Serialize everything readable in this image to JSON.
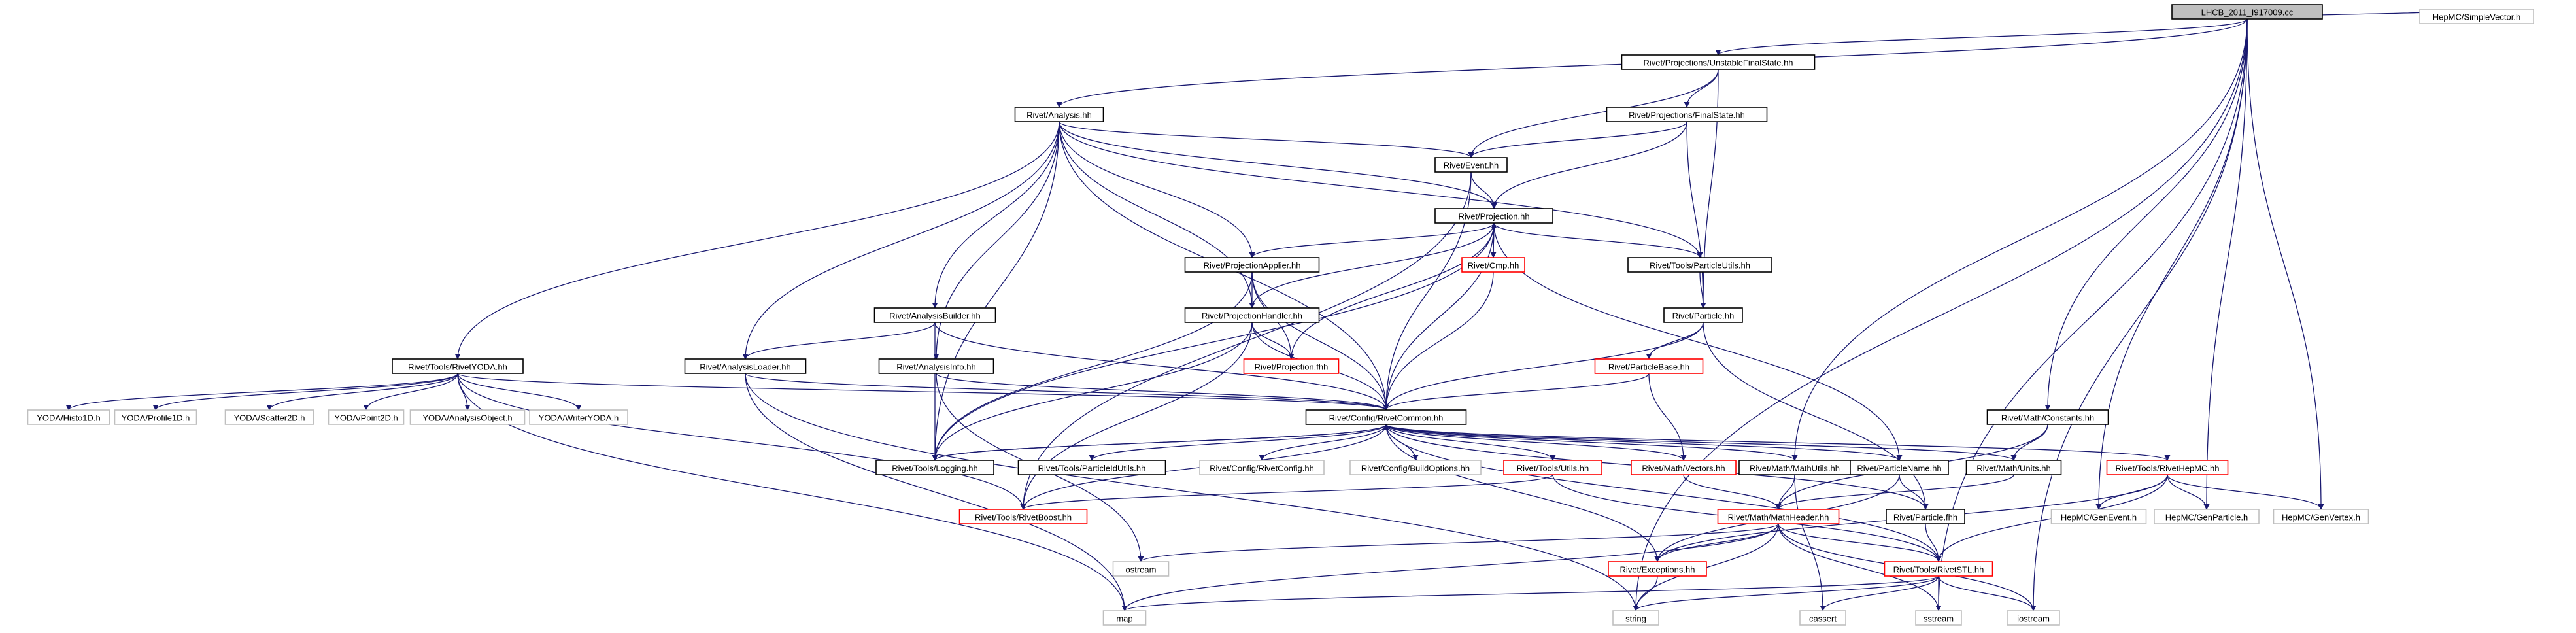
{
  "graph": {
    "type": "include-dependency-graph",
    "colors": {
      "edge": "#191970",
      "root_fill": "#bfbfbf",
      "documented_border": "#000000",
      "truncated_border": "#ff0000",
      "external_border": "#bfbfbf",
      "text": "#000000"
    },
    "nodes": [
      {
        "id": "root",
        "label": "LHCB_2011_I917009.cc",
        "kind": "root"
      },
      {
        "id": "simplevector",
        "label": "HepMC/SimpleVector.h",
        "kind": "external"
      },
      {
        "id": "unstable",
        "label": "Rivet/Projections/UnstableFinalState.hh",
        "kind": "documented"
      },
      {
        "id": "finalstate",
        "label": "Rivet/Projections/FinalState.hh",
        "kind": "documented"
      },
      {
        "id": "analysis",
        "label": "Rivet/Analysis.hh",
        "kind": "documented"
      },
      {
        "id": "event",
        "label": "Rivet/Event.hh",
        "kind": "documented"
      },
      {
        "id": "projection",
        "label": "Rivet/Projection.hh",
        "kind": "documented"
      },
      {
        "id": "projapplier",
        "label": "Rivet/ProjectionApplier.hh",
        "kind": "documented"
      },
      {
        "id": "cmp",
        "label": "Rivet/Cmp.hh",
        "kind": "truncated"
      },
      {
        "id": "particleutils",
        "label": "Rivet/Tools/ParticleUtils.hh",
        "kind": "documented"
      },
      {
        "id": "analysisbuilder",
        "label": "Rivet/AnalysisBuilder.hh",
        "kind": "documented"
      },
      {
        "id": "projhandler",
        "label": "Rivet/ProjectionHandler.hh",
        "kind": "documented"
      },
      {
        "id": "particle",
        "label": "Rivet/Particle.hh",
        "kind": "documented"
      },
      {
        "id": "rivetyoda",
        "label": "Rivet/Tools/RivetYODA.hh",
        "kind": "documented"
      },
      {
        "id": "analysisloader",
        "label": "Rivet/AnalysisLoader.hh",
        "kind": "documented"
      },
      {
        "id": "analysisinfo",
        "label": "Rivet/AnalysisInfo.hh",
        "kind": "documented"
      },
      {
        "id": "projfhh",
        "label": "Rivet/Projection.fhh",
        "kind": "truncated"
      },
      {
        "id": "particlebase",
        "label": "Rivet/ParticleBase.hh",
        "kind": "truncated"
      },
      {
        "id": "mathconstants",
        "label": "Rivet/Math/Constants.hh",
        "kind": "documented"
      },
      {
        "id": "histo1d",
        "label": "YODA/Histo1D.h",
        "kind": "external"
      },
      {
        "id": "profile1d",
        "label": "YODA/Profile1D.h",
        "kind": "external"
      },
      {
        "id": "scatter2d",
        "label": "YODA/Scatter2D.h",
        "kind": "external"
      },
      {
        "id": "point2d",
        "label": "YODA/Point2D.h",
        "kind": "external"
      },
      {
        "id": "analysisobject",
        "label": "YODA/AnalysisObject.h",
        "kind": "external"
      },
      {
        "id": "writeryoda",
        "label": "YODA/WriterYODA.h",
        "kind": "external"
      },
      {
        "id": "rivetcommon",
        "label": "Rivet/Config/RivetCommon.hh",
        "kind": "documented"
      },
      {
        "id": "logging",
        "label": "Rivet/Tools/Logging.hh",
        "kind": "documented"
      },
      {
        "id": "particleidutils",
        "label": "Rivet/Tools/ParticleIdUtils.hh",
        "kind": "documented"
      },
      {
        "id": "rivetconfig",
        "label": "Rivet/Config/RivetConfig.hh",
        "kind": "external"
      },
      {
        "id": "buildoptions",
        "label": "Rivet/Config/BuildOptions.hh",
        "kind": "external"
      },
      {
        "id": "toolsutils",
        "label": "Rivet/Tools/Utils.hh",
        "kind": "truncated"
      },
      {
        "id": "mathvectors",
        "label": "Rivet/Math/Vectors.hh",
        "kind": "truncated"
      },
      {
        "id": "mathutils",
        "label": "Rivet/Math/MathUtils.hh",
        "kind": "documented"
      },
      {
        "id": "particlename",
        "label": "Rivet/ParticleName.hh",
        "kind": "documented"
      },
      {
        "id": "mathunits",
        "label": "Rivet/Math/Units.hh",
        "kind": "documented"
      },
      {
        "id": "rivethepmc",
        "label": "Rivet/Tools/RivetHepMC.hh",
        "kind": "truncated"
      },
      {
        "id": "rivetboost",
        "label": "Rivet/Tools/RivetBoost.hh",
        "kind": "truncated"
      },
      {
        "id": "mathheader",
        "label": "Rivet/Math/MathHeader.hh",
        "kind": "truncated"
      },
      {
        "id": "particlefhh",
        "label": "Rivet/Particle.fhh",
        "kind": "documented"
      },
      {
        "id": "genevent",
        "label": "HepMC/GenEvent.h",
        "kind": "external"
      },
      {
        "id": "genparticle",
        "label": "HepMC/GenParticle.h",
        "kind": "external"
      },
      {
        "id": "genvertex",
        "label": "HepMC/GenVertex.h",
        "kind": "external"
      },
      {
        "id": "ostream",
        "label": "ostream",
        "kind": "external"
      },
      {
        "id": "exceptions",
        "label": "Rivet/Exceptions.hh",
        "kind": "truncated"
      },
      {
        "id": "rivetstl",
        "label": "Rivet/Tools/RivetSTL.hh",
        "kind": "truncated"
      },
      {
        "id": "map",
        "label": "map",
        "kind": "external"
      },
      {
        "id": "string",
        "label": "string",
        "kind": "external"
      },
      {
        "id": "cassert",
        "label": "cassert",
        "kind": "external"
      },
      {
        "id": "sstream",
        "label": "sstream",
        "kind": "external"
      },
      {
        "id": "iostream",
        "label": "iostream",
        "kind": "external"
      }
    ],
    "edges": [
      [
        "root",
        "simplevector"
      ],
      [
        "root",
        "unstable"
      ],
      [
        "root",
        "analysis"
      ],
      [
        "root",
        "mathutils"
      ],
      [
        "root",
        "mathconstants"
      ],
      [
        "root",
        "genevent"
      ],
      [
        "root",
        "genparticle"
      ],
      [
        "root",
        "genvertex"
      ],
      [
        "root",
        "string"
      ],
      [
        "root",
        "iostream"
      ],
      [
        "root",
        "sstream"
      ],
      [
        "unstable",
        "finalstate"
      ],
      [
        "unstable",
        "event"
      ],
      [
        "unstable",
        "particle"
      ],
      [
        "finalstate",
        "event"
      ],
      [
        "finalstate",
        "projection"
      ],
      [
        "finalstate",
        "particle"
      ],
      [
        "analysis",
        "event"
      ],
      [
        "analysis",
        "projection"
      ],
      [
        "analysis",
        "projapplier"
      ],
      [
        "analysis",
        "projhandler"
      ],
      [
        "analysis",
        "particleutils"
      ],
      [
        "analysis",
        "analysisbuilder"
      ],
      [
        "analysis",
        "analysisinfo"
      ],
      [
        "analysis",
        "analysisloader"
      ],
      [
        "analysis",
        "rivetyoda"
      ],
      [
        "analysis",
        "logging"
      ],
      [
        "analysis",
        "rivetcommon"
      ],
      [
        "event",
        "projection"
      ],
      [
        "event",
        "rivetcommon"
      ],
      [
        "event",
        "rivetboost"
      ],
      [
        "projection",
        "projapplier"
      ],
      [
        "projection",
        "projhandler"
      ],
      [
        "projection",
        "cmp"
      ],
      [
        "projection",
        "projfhh"
      ],
      [
        "projection",
        "particleutils"
      ],
      [
        "projection",
        "rivetcommon"
      ],
      [
        "projection",
        "logging"
      ],
      [
        "projection",
        "particlename"
      ],
      [
        "cmp",
        "projection"
      ],
      [
        "cmp",
        "rivetcommon"
      ],
      [
        "projapplier",
        "projhandler"
      ],
      [
        "projapplier",
        "projfhh"
      ],
      [
        "projapplier",
        "rivetcommon"
      ],
      [
        "projapplier",
        "logging"
      ],
      [
        "projhandler",
        "projfhh"
      ],
      [
        "projhandler",
        "rivetcommon"
      ],
      [
        "projhandler",
        "logging"
      ],
      [
        "projhandler",
        "rivetboost"
      ],
      [
        "particleutils",
        "particle"
      ],
      [
        "particle",
        "particlebase"
      ],
      [
        "particle",
        "rivetcommon"
      ],
      [
        "particle",
        "particlefhh"
      ],
      [
        "particlebase",
        "rivetcommon"
      ],
      [
        "particlebase",
        "mathvectors"
      ],
      [
        "analysisbuilder",
        "analysisloader"
      ],
      [
        "analysisbuilder",
        "rivetcommon"
      ],
      [
        "analysisbuilder",
        "logging"
      ],
      [
        "analysisloader",
        "rivetcommon"
      ],
      [
        "analysisloader",
        "map"
      ],
      [
        "analysisloader",
        "string"
      ],
      [
        "analysisinfo",
        "rivetcommon"
      ],
      [
        "analysisinfo",
        "ostream"
      ],
      [
        "rivetyoda",
        "histo1d"
      ],
      [
        "rivetyoda",
        "profile1d"
      ],
      [
        "rivetyoda",
        "scatter2d"
      ],
      [
        "rivetyoda",
        "point2d"
      ],
      [
        "rivetyoda",
        "analysisobject"
      ],
      [
        "rivetyoda",
        "writeryoda"
      ],
      [
        "rivetyoda",
        "rivetcommon"
      ],
      [
        "rivetyoda",
        "rivetboost"
      ],
      [
        "rivetyoda",
        "map"
      ],
      [
        "mathconstants",
        "mathunits"
      ],
      [
        "mathconstants",
        "mathheader"
      ],
      [
        "rivetcommon",
        "logging"
      ],
      [
        "rivetcommon",
        "particleidutils"
      ],
      [
        "rivetcommon",
        "rivetconfig"
      ],
      [
        "rivetcommon",
        "buildoptions"
      ],
      [
        "rivetcommon",
        "toolsutils"
      ],
      [
        "rivetcommon",
        "mathvectors"
      ],
      [
        "rivetcommon",
        "mathutils"
      ],
      [
        "rivetcommon",
        "particlename"
      ],
      [
        "rivetcommon",
        "mathunits"
      ],
      [
        "rivetcommon",
        "rivethepmc"
      ],
      [
        "rivetcommon",
        "rivetboost"
      ],
      [
        "rivetcommon",
        "exceptions"
      ],
      [
        "rivetcommon",
        "rivetstl"
      ],
      [
        "rivetcommon",
        "particlefhh"
      ],
      [
        "logging",
        "rivetcommon"
      ],
      [
        "toolsutils",
        "rivetboost"
      ],
      [
        "toolsutils",
        "rivetstl"
      ],
      [
        "mathvectors",
        "mathheader"
      ],
      [
        "mathutils",
        "mathheader"
      ],
      [
        "mathutils",
        "cassert"
      ],
      [
        "particlename",
        "particlefhh"
      ],
      [
        "particlename",
        "exceptions"
      ],
      [
        "mathunits",
        "mathheader"
      ],
      [
        "rivethepmc",
        "genevent"
      ],
      [
        "rivethepmc",
        "genparticle"
      ],
      [
        "rivethepmc",
        "genvertex"
      ],
      [
        "rivethepmc",
        "rivetstl"
      ],
      [
        "rivethepmc",
        "exceptions"
      ],
      [
        "mathheader",
        "exceptions"
      ],
      [
        "mathheader",
        "rivetstl"
      ],
      [
        "mathheader",
        "ostream"
      ],
      [
        "mathheader",
        "map"
      ],
      [
        "mathheader",
        "string"
      ],
      [
        "mathheader",
        "sstream"
      ],
      [
        "mathheader",
        "iostream"
      ],
      [
        "particlefhh",
        "rivetstl"
      ],
      [
        "exceptions",
        "string"
      ],
      [
        "rivetstl",
        "map"
      ],
      [
        "rivetstl",
        "string"
      ],
      [
        "rivetstl",
        "sstream"
      ],
      [
        "rivetstl",
        "iostream"
      ],
      [
        "rivetstl",
        "cassert"
      ]
    ]
  }
}
